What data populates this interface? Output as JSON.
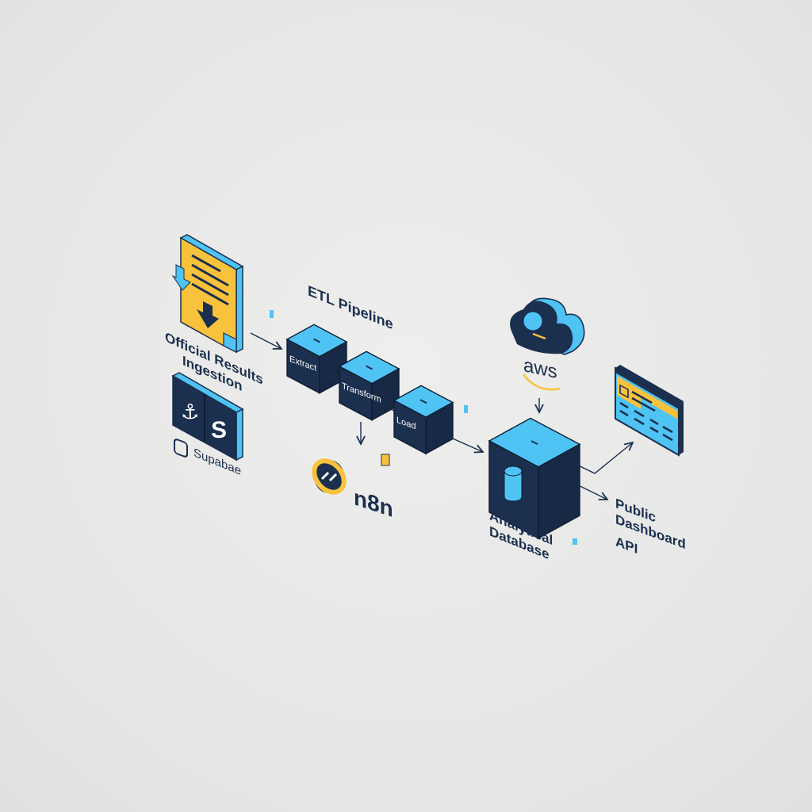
{
  "title": "ETL Pipeline",
  "source": {
    "label_line1": "Official Results",
    "label_line2": "Ingestion",
    "provider": "Supabae"
  },
  "stages": [
    {
      "label": "Extract"
    },
    {
      "label": "Transform"
    },
    {
      "label": "Load"
    }
  ],
  "orchestrator": {
    "label": "n8n"
  },
  "cloud": {
    "label": "aws"
  },
  "database": {
    "label_line1": "Analytical",
    "label_line2": "Database"
  },
  "outputs": {
    "line1": "Public",
    "line2": "Dashboard",
    "line3": "API"
  },
  "colors": {
    "navy": "#1b2f4f",
    "blue": "#4fc3f4",
    "yellow": "#f9c23c",
    "background": "#e8e8e7"
  }
}
